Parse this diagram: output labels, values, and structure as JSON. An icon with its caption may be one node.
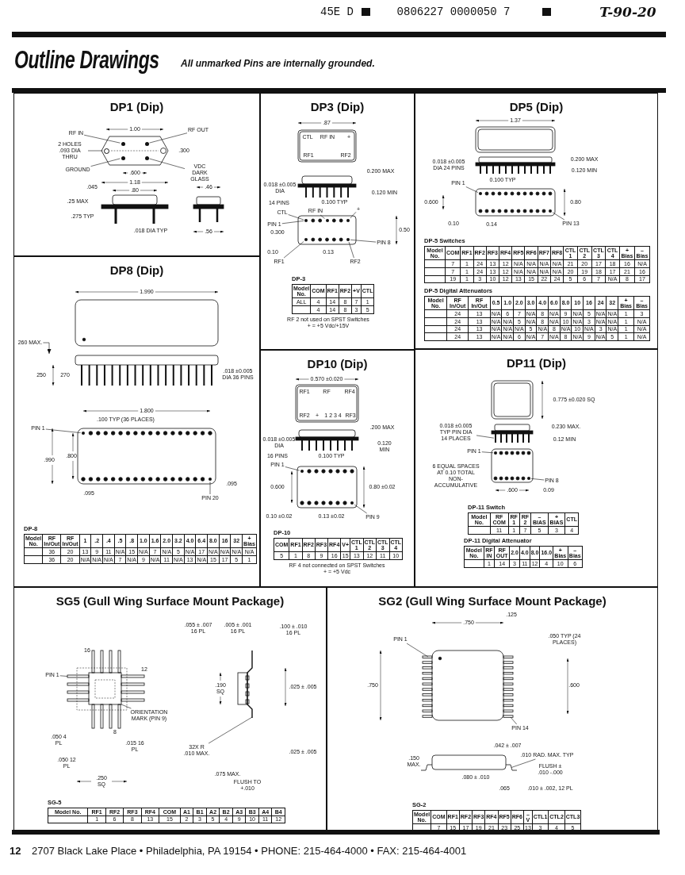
{
  "diagram": {
    "title": "Outline Drawings",
    "nodes": [
      {
        "text": [
          "DP1 (Dip)"
        ]
      },
      {
        "text": [
          "DP3 (Dip)"
        ]
      },
      {
        "text": [
          "DP5 (Dip)"
        ]
      },
      {
        "text": [
          "DP8 (Dip)"
        ]
      },
      {
        "text": [
          "DP10 (Dip)"
        ]
      },
      {
        "text": [
          "DP11 (Dip)"
        ]
      },
      {
        "text": [
          "SG5 (Gull Wing Surface Mount Package)"
        ]
      },
      {
        "text": [
          "SG2 (Gull Wing Surface Mount Package)"
        ]
      },
      {
        "text": [
          "RF IN"
        ],
        "in": 0
      },
      {
        "text": [
          "2 HOLES .093 DIA THRU"
        ],
        "in": 0
      },
      {
        "text": [
          "RF OUT"
        ],
        "in": 0
      },
      {
        "text": [
          "GROUND"
        ],
        "in": 0
      },
      {
        "text": [
          "VDC DARK GLASS"
        ],
        "in": 0
      },
      {
        "text": [
          "CTL"
        ],
        "in": 1
      },
      {
        "text": [
          "RF IN"
        ],
        "in": 1
      },
      {
        "text": [
          "PIN 1"
        ],
        "in": 1
      },
      {
        "text": [
          "+"
        ],
        "in": 1
      },
      {
        "text": [
          "PIN 8"
        ],
        "in": 1
      },
      {
        "text": [
          "RF1"
        ],
        "in": 1
      },
      {
        "text": [
          "RF2"
        ],
        "in": 1
      },
      {
        "text": [
          "DP-3",
          "Model No.",
          "COM",
          "RF1",
          "RF2",
          "+V",
          "CTL",
          "ALL",
          "4",
          "14",
          "8",
          "7",
          "1",
          "4",
          "14",
          "8",
          "3",
          "5"
        ],
        "in": 1,
        "beside": [
          "RF 2 not used on SPST Switches",
          "+ = +5 Vdc/+15V"
        ]
      },
      {
        "text": [
          "PIN 1"
        ],
        "in": 2
      },
      {
        "text": [
          "PIN 13"
        ],
        "in": 2
      },
      {
        "text": [
          "DP-5 Switches",
          "Model No.",
          "COM",
          "RF1",
          "RF2",
          "RF3",
          "RF4",
          "RF5",
          "RF6",
          "RF7",
          "RF8",
          "CTL 1",
          "CTL 2",
          "CTL 3",
          "CTL 4",
          "+ Bias",
          "– Bias",
          "7",
          "1",
          "24",
          "13",
          "12",
          "N/A",
          "N/A",
          "N/A",
          "N/A",
          "21",
          "20",
          "17",
          "18",
          "16",
          "N/A",
          "7",
          "1",
          "24",
          "13",
          "12",
          "N/A",
          "N/A",
          "N/A",
          "N/A",
          "20",
          "19",
          "18",
          "17",
          "21",
          "16",
          "19",
          "1",
          "3",
          "10",
          "12",
          "13",
          "15",
          "22",
          "24",
          "5",
          "6",
          "7",
          "N/A",
          "8",
          "17"
        ],
        "in": 2
      },
      {
        "text": [
          "DP-5 Digital Attenuators",
          "Model No.",
          "RF In/Out",
          "RF In/Out",
          "0.5",
          "1.0",
          "2.0",
          "3.0",
          "4.0",
          "6.0",
          "8.0",
          "10",
          "16",
          "24",
          "32",
          "+ Bias",
          "– Bias",
          "24",
          "13",
          "N/A",
          "6",
          "7",
          "N/A",
          "8",
          "N/A",
          "9",
          "N/A",
          "5",
          "N/A",
          "N/A",
          "1",
          "3",
          "24",
          "13",
          "N/A",
          "N/A",
          "5",
          "N/A",
          "8",
          "N/A",
          "10",
          "N/A",
          "3",
          "N/A",
          "N/A",
          "1",
          "N/A",
          "24",
          "13",
          "N/A",
          "N/A",
          "N/A",
          "5",
          "N/A",
          "8",
          "N/A",
          "10",
          "N/A",
          "3",
          "N/A",
          "1",
          "N/A",
          "24",
          "13",
          "N/A",
          "N/A",
          "6",
          "N/A",
          "7",
          "N/A",
          "8",
          "N/A",
          "9",
          "N/A",
          "5",
          "1",
          "N/A"
        ],
        "in": 2
      },
      {
        "text": [
          "260 MAX."
        ],
        "in": 3
      },
      {
        "text": [
          "PIN 1"
        ],
        "in": 3
      },
      {
        "text": [
          "PIN 20"
        ],
        "in": 3
      },
      {
        "text": [
          "DP-8",
          "Model No.",
          "RF In/Out",
          "RF In/Out",
          "1",
          ".2",
          ".4",
          ".5",
          ".8",
          "1.0",
          "1.6",
          "2.0",
          "3.2",
          "4.0",
          "6.4",
          "8.0",
          "16",
          "32",
          "+ Bias",
          "36",
          "20",
          "13",
          "9",
          "11",
          "N/A",
          "15",
          "N/A",
          "7",
          "N/A",
          "5",
          "N/A",
          "17",
          "N/A",
          "N/A",
          "N/A",
          "N/A",
          "36",
          "20",
          "N/A",
          "N/A",
          "N/A",
          "7",
          "N/A",
          "9",
          "N/A",
          "11",
          "N/A",
          "13",
          "N/A",
          "15",
          "17",
          "5",
          "1"
        ],
        "in": 3
      },
      {
        "text": [
          "PIN 1"
        ],
        "in": 4
      },
      {
        "text": [
          "PIN 9"
        ],
        "in": 4
      },
      {
        "text": [
          "DP-10",
          "COM",
          "RF1",
          "RF2",
          "RF3",
          "RF4",
          "V+",
          "CTL 1",
          "CTL 2",
          "CTL 3",
          "CTL 4",
          "5",
          "1",
          "8",
          "9",
          "16",
          "15",
          "13",
          "12",
          "11",
          "10"
        ],
        "in": 4,
        "beside": [
          "RF 4 not connected on SPST Switches",
          "+ = +5 Vdc"
        ]
      },
      {
        "text": [
          "0.018 ±0.005 TYP PIN DIA 14 PLACES"
        ],
        "in": 5
      },
      {
        "text": [
          "PIN 1"
        ],
        "in": 5
      },
      {
        "text": [
          "PIN 8"
        ],
        "in": 5
      },
      {
        "text": [
          "DP-11 Switch",
          "Model No.",
          "RF COM",
          "RF 1",
          "RF 2",
          "– BIAS",
          "+ BIAS",
          "CTL",
          "11",
          "1",
          "7",
          "5",
          "3",
          "4"
        ],
        "in": 5
      },
      {
        "text": [
          "DP-11 Digital Attenuator",
          "Model No.",
          "RF IN",
          "RF OUT",
          "2.0",
          "4.0",
          "8.0",
          "16.0",
          "+ Bias",
          "– Bias",
          "1",
          "14",
          "3",
          "11",
          "12",
          "4",
          "10",
          "6"
        ],
        "in": 5
      },
      {
        "text": [
          "PIN 1"
        ],
        "in": 6
      },
      {
        "text": [
          "ORIENTATION MARK (PIN 9)"
        ],
        "in": 6
      },
      {
        "text": [
          "32X R .010 MAX."
        ],
        "in": 6
      },
      {
        "text": [
          "SG-5",
          "Model No.",
          "RF1",
          "RF2",
          "RF3",
          "RF4",
          "COM",
          "A1",
          "B1",
          "A2",
          "B2",
          "A3",
          "B3",
          "A4",
          "B4",
          "1",
          "6",
          "8",
          "13",
          "15",
          "2",
          "3",
          "5",
          "4",
          "9",
          "10",
          "11",
          "12"
        ],
        "in": 6
      },
      {
        "text": [
          "PIN 1"
        ],
        "in": 7
      },
      {
        "text": [
          "PIN 14"
        ],
        "in": 7
      },
      {
        "text": [
          ".010 RAD. MAX. TYP"
        ],
        "in": 7
      },
      {
        "text": [
          "SG-2",
          "Model No.",
          "COM",
          "RF1",
          "RF2",
          "RF3",
          "RF4",
          "RF5",
          "RF6",
          "–V",
          "CTL1",
          "CTL2",
          "CTL3",
          "7",
          "15",
          "17",
          "19",
          "21",
          "23",
          "25",
          "13",
          "3",
          "4",
          "5"
        ],
        "in": 7
      },
      {
        "text": [],
        "shape": "circle",
        "in": 0
      },
      {
        "text": [],
        "shape": "circle",
        "in": 0
      },
      {
        "text": [],
        "shape": "circle",
        "in": 0
      },
      {
        "text": [],
        "shape": "circle",
        "in": 0
      },
      {
        "text": [],
        "shape": "circle",
        "in": 0
      },
      {
        "text": [],
        "shape": "circle",
        "in": 1
      },
      {
        "text": [],
        "shape": "circle",
        "in": 1
      },
      {
        "text": [],
        "shape": "circle",
        "in": 1
      },
      {
        "text": [],
        "shape": "circle",
        "in": 1
      },
      {
        "text": [],
        "shape": "circle",
        "in": 1
      },
      {
        "text": [],
        "shape": "circle",
        "in": 2
      },
      {
        "text": [],
        "shape": "circle",
        "in": 2
      },
      {
        "text": [],
        "shape": "circle",
        "in": 3
      },
      {
        "text": [],
        "shape": "circle",
        "in": 3
      },
      {
        "text": [],
        "shape": "circle",
        "in": 4
      },
      {
        "text": [],
        "shape": "circle",
        "in": 4
      },
      {
        "text": [],
        "shape": "circle",
        "in": 5
      },
      {
        "text": [],
        "shape": "circle",
        "in": 5
      },
      {
        "text": [],
        "shape": "bar",
        "in": 5
      }
    ],
    "edges": [
      {
        "from": 8,
        "to": 46,
        "arrow": "none"
      },
      {
        "from": 9,
        "to": 45,
        "arrow": "none"
      },
      {
        "from": 10,
        "to": 47,
        "arrow": "none"
      },
      {
        "from": 11,
        "to": 48,
        "arrow": "none"
      },
      {
        "from": 12,
        "to": 49,
        "arrow": "none"
      },
      {
        "from": 13,
        "to": 50,
        "arrow": "none"
      },
      {
        "from": 14,
        "to": 51,
        "arrow": "none"
      },
      {
        "from": 15,
        "to": 50,
        "arrow": "none"
      },
      {
        "from": 16,
        "to": 52,
        "arrow": "none"
      },
      {
        "from": 17,
        "to": 54,
        "arrow": "none"
      },
      {
        "from": 18,
        "to": 53,
        "arrow": "none"
      },
      {
        "from": 19,
        "to": 54,
        "arrow": "none"
      },
      {
        "from": 21,
        "to": 55,
        "arrow": "none"
      },
      {
        "from": 22,
        "to": 56,
        "arrow": "none"
      },
      {
        "from": 25,
        "to": null,
        "arrow": "to"
      },
      {
        "from": 26,
        "to": 57,
        "arrow": "none"
      },
      {
        "from": 27,
        "to": 58,
        "arrow": "none"
      },
      {
        "from": 29,
        "to": 59,
        "arrow": "none"
      },
      {
        "from": 30,
        "to": 60,
        "arrow": "none"
      },
      {
        "from": 32,
        "to": 63,
        "arrow": "none"
      },
      {
        "from": 33,
        "to": 61,
        "arrow": "none"
      },
      {
        "from": 34,
        "to": 62,
        "arrow": "none"
      },
      {
        "from": 37,
        "to": null,
        "arrow": "none"
      },
      {
        "from": 38,
        "to": null,
        "arrow": "none"
      },
      {
        "from": 39,
        "to": null,
        "arrow": "none"
      },
      {
        "from": 41,
        "to": null,
        "arrow": "none"
      },
      {
        "from": 42,
        "to": null,
        "arrow": "none"
      },
      {
        "from": 43,
        "to": null,
        "arrow": "none"
      }
    ],
    "labels": [
      "45E D",
      "0806227 0000050 7",
      "T-90-20",
      "All unmarked Pins are internally grounded.",
      "1.00",
      ".300",
      ".600",
      ".045",
      "1.18",
      ".80",
      ".46",
      ".25 MAX",
      ".275 TYP",
      ".018 DIA TYP",
      ".56",
      ".87",
      "CTL",
      "RF IN",
      "+",
      "RF1",
      "RF2",
      "0.200 MAX",
      "0.018 ±0.005 DIA",
      "0.120 MIN",
      "14 PINS",
      "0.100 TYP",
      "0.300",
      "0.50",
      "0.10",
      "0.13",
      "1.37",
      "0.200 MAX",
      "0.018 ±0.005 DIA 24 PINS",
      "0.120 MIN",
      "0.100 TYP",
      "0.600",
      "0.80",
      "0.10",
      "0.14",
      "1.990",
      "250",
      "270",
      ".018 ±0.005 DIA 36 PINS",
      "1.800",
      ".100 TYP (36 PLACES)",
      ".800",
      ".990",
      ".095",
      ".095",
      "0.570 ±0.020",
      "RF1",
      "RF",
      "RF4",
      "RF2",
      "+",
      "1 2 3 4",
      "RF3",
      ".200 MAX",
      "0.018 ±0.005 DIA",
      "0.120 MIN",
      "16 PINS",
      "0.100 TYP",
      "0.600",
      "0.80 ±0.02",
      "0.10 ±0.02",
      "0.13 ±0.02",
      "0.775 ±0.020 SQ",
      "0.230 MAX.",
      "0.12 MIN",
      "6 EQUAL SPACES AT 0.10 TOTAL NON-ACCUMULATIVE",
      ".600",
      "0.09",
      ".055 ± .007 16 PL",
      ".005 ± .001 16 PL",
      ".100 ± .010 16 PL",
      "16",
      "12",
      ".190 SQ",
      ".025 ± .005",
      "8",
      ".050 4 PL",
      ".015 16 PL",
      ".050 12 PL",
      ".025 ± .005",
      ".075 MAX.",
      ".250 SQ",
      "FLUSH TO +.010",
      ".750",
      ".125",
      ".050 TYP (24 PLACES)",
      ".750",
      ".600",
      ".042 ± .007",
      ".150 MAX.",
      "FLUSH ± .010 -.000",
      ".080 ± .010",
      ".065",
      ".010 ± .002, 12 PL",
      "12",
      "2707 Black Lake Place • Philadelphia, PA 19154 • PHONE: 215-464-4000 • FAX: 215-464-4001"
    ]
  }
}
